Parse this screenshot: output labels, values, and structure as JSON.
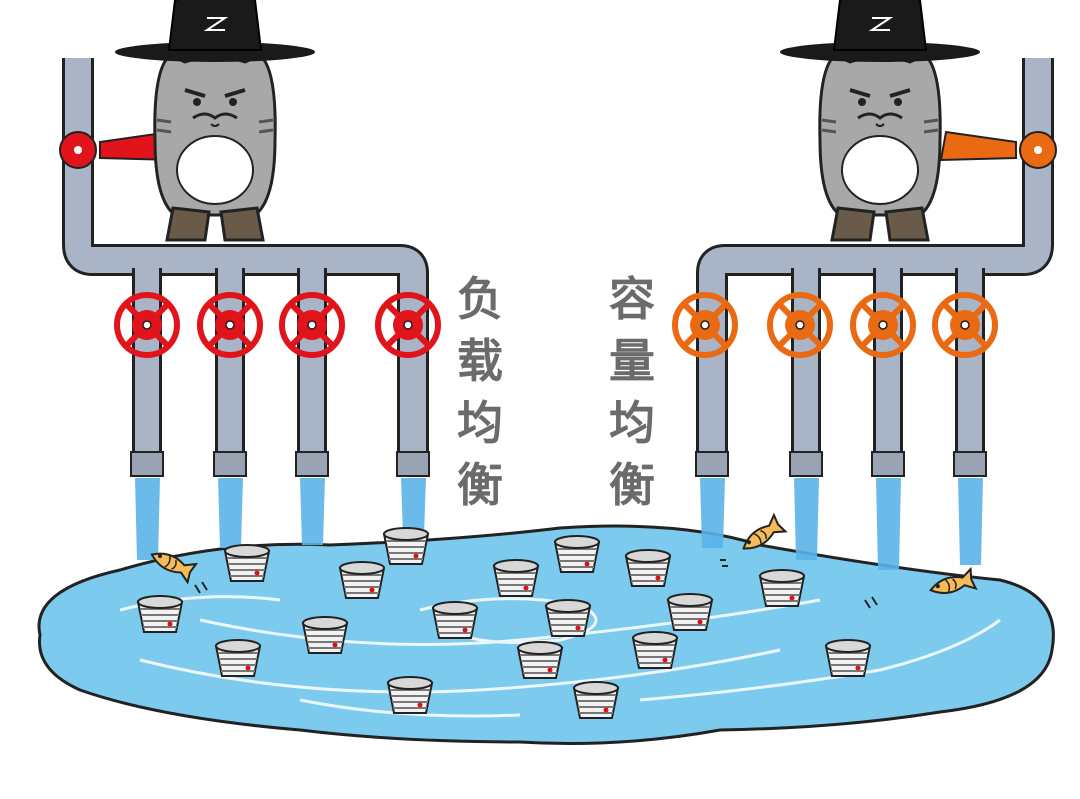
{
  "labels": {
    "left": [
      "负",
      "载",
      "均",
      "衡"
    ],
    "right": [
      "容",
      "量",
      "均",
      "衡"
    ]
  },
  "colors": {
    "left_valve": "#e0141a",
    "right_valve": "#ea6a14",
    "pipe": "#a9b4c7",
    "water": "#7ccbee",
    "cat_body": "#a8a8a8",
    "hat": "#1a1a1a"
  },
  "icons": {
    "cats": [
      "cat-bandit-icon",
      "cat-bandit-icon"
    ],
    "fish": [
      "fish-icon",
      "fish-icon",
      "fish-icon"
    ],
    "buckets": "bucket-icon"
  }
}
